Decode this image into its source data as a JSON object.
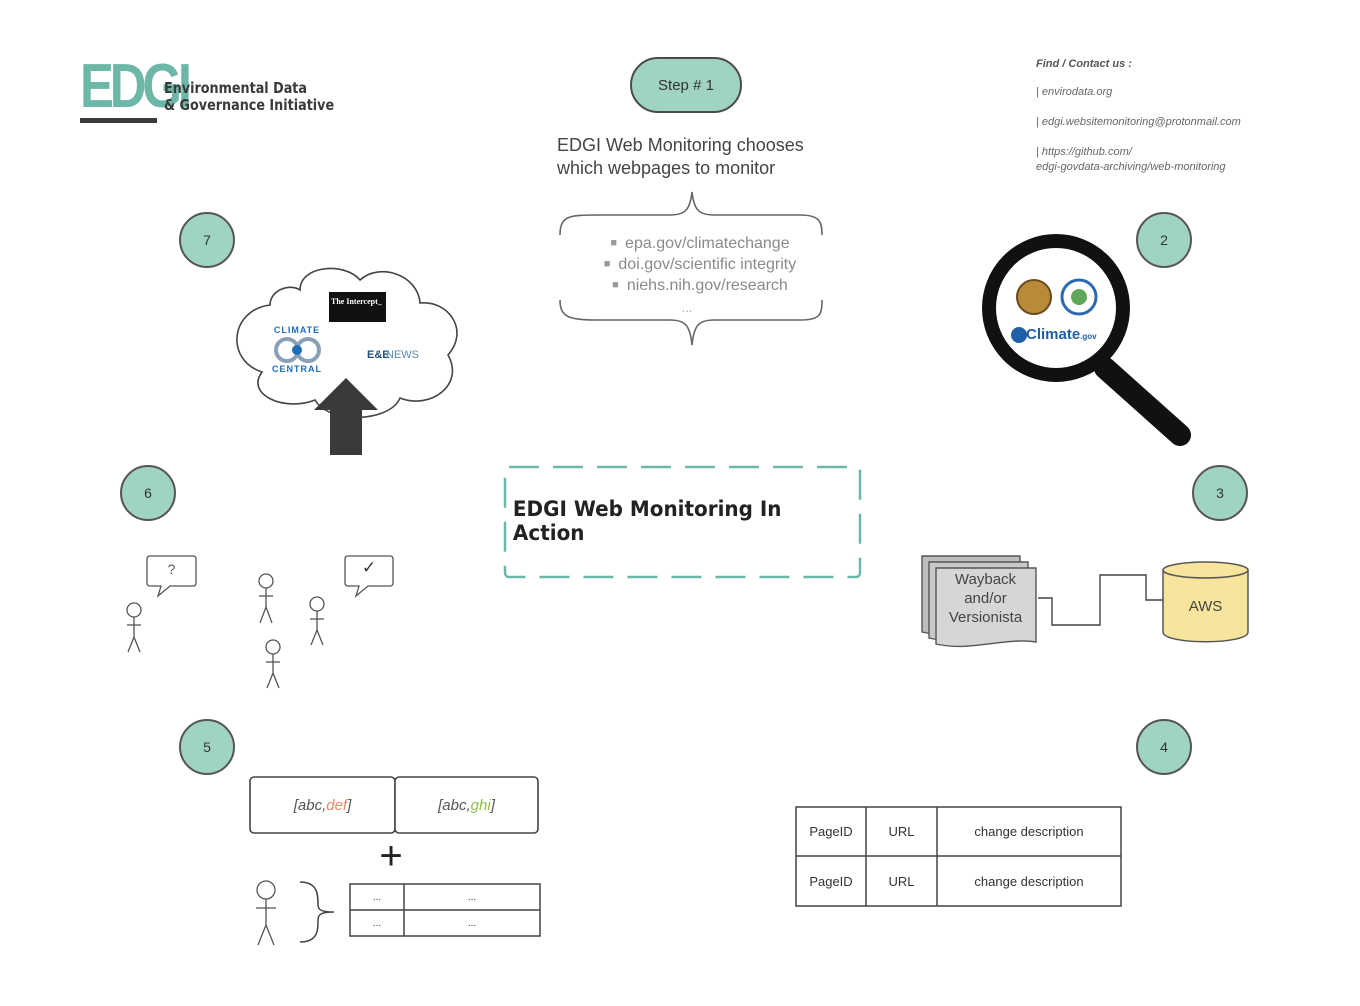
{
  "logo": {
    "mark": "EDGI",
    "name_line1": "Environmental Data",
    "name_line2": "& Governance Initiative"
  },
  "step1": {
    "badge": "Step # 1",
    "text": "EDGI Web Monitoring chooses which webpages to monitor",
    "urls": [
      "epa.gov/climatechange",
      "doi.gov/scientific integrity",
      "niehs.nih.gov/research"
    ],
    "more": "..."
  },
  "contact": {
    "heading": "Find / Contact us :",
    "site": "| envirodata.org",
    "email": "| edgi.websitemonitoring@protonmail.com",
    "github_1": "| https://github.com/",
    "github_2": "edgi-govdata-archiving/web-monitoring"
  },
  "center_title": "EDGI Web Monitoring In Action",
  "steps": {
    "s2": "2",
    "s3": "3",
    "s4": "4",
    "s5": "5",
    "s6": "6",
    "s7": "7"
  },
  "step7": {
    "outlets": [
      "The Intercept_",
      "CLIMATE",
      "CENTRAL",
      "E&E",
      "NEWS"
    ]
  },
  "step2": {
    "site_label": "Climate",
    "site_suffix": ".gov"
  },
  "step3": {
    "archive_line1": "Wayback",
    "archive_line2": "and/or",
    "archive_line3": "Versionista",
    "storage": "AWS"
  },
  "step4": {
    "rows": [
      {
        "id": "PageID",
        "url": "URL",
        "desc": "change description"
      },
      {
        "id": "PageID",
        "url": "URL",
        "desc": "change description"
      }
    ]
  },
  "step5": {
    "cell1_abc": "[abc, ",
    "cell1_diff": "def",
    "cell1_end": "]",
    "cell2_abc": "[abc, ",
    "cell2_diff": "ghi",
    "cell2_end": "]",
    "plus": "+",
    "table": [
      "...",
      "...",
      "...",
      "..."
    ]
  },
  "step6": {
    "question": "?",
    "check": "✓"
  },
  "colors": {
    "accent": "#9fd3c4",
    "storage": "#f7e59d",
    "removed": "#e08a6a",
    "added": "#8bbf4a",
    "border_dash": "#6cb7a8"
  }
}
